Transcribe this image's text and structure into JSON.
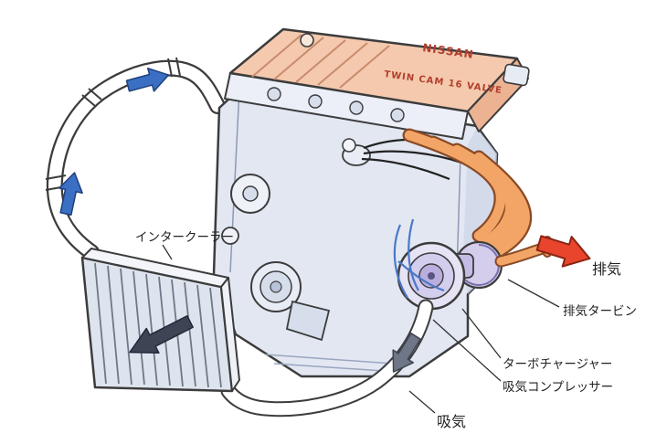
{
  "diagram": {
    "type": "illustration",
    "subject": "turbocharged-engine-airflow",
    "labels": {
      "intercooler": "インタークーラー",
      "exhaust": "排気",
      "exhaust_turbine": "排気タービン",
      "turbocharger": "ターボチャージャー",
      "intake_compressor": "吸気コンプレッサー",
      "intake": "吸気"
    },
    "valve_cover_text": {
      "line1": "NISSAN",
      "line2": "TWIN CAM 16 VALVE"
    },
    "colors": {
      "valve_cover": "#f4c9ae",
      "valve_cover_side": "#ecb393",
      "exhaust_manifold": "#f2a566",
      "exhaust_manifold_outline": "#8a4a26",
      "engine_block": "#e2e7f2",
      "intercooler_core": "#dee4ee",
      "turbo_purple": "#b9aede",
      "exhaust_arrow_red": "#e8452c",
      "intake_arrow_blue": "#3a6fc4",
      "flow_arrow_gray": "#6e7687",
      "flow_arrow_dark": "#3d4454",
      "outline": "#3c3c3c",
      "background": "#ffffff"
    }
  }
}
